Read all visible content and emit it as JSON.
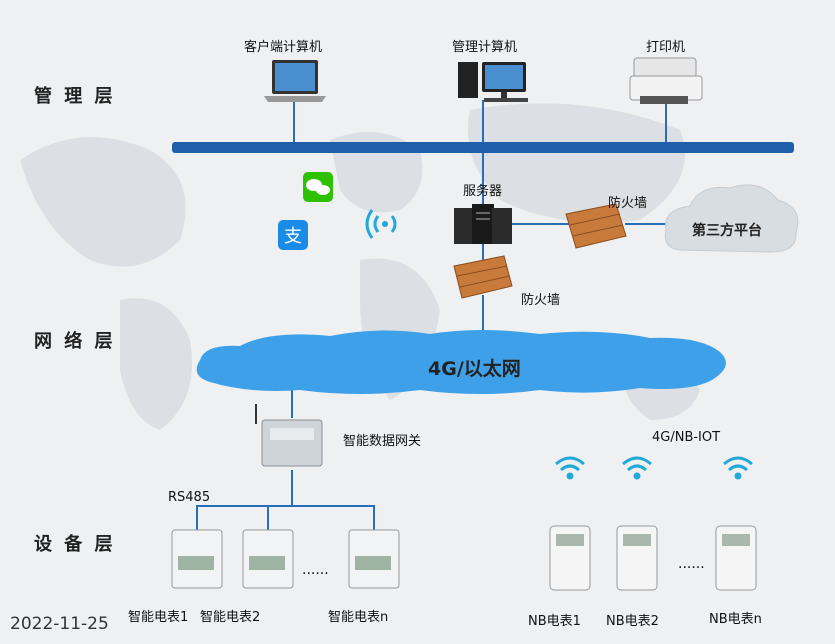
{
  "layers": {
    "management": "管 理 层",
    "network": "网 络 层",
    "device": "设 备 层"
  },
  "devices": {
    "client_pc": "客户端计算机",
    "mgmt_pc": "管理计算机",
    "printer": "打印机",
    "server": "服务器",
    "firewall_right": "防火墙",
    "firewall_lower": "防火墙",
    "third_party": "第三方平台",
    "network_cloud": "4G/以太网",
    "gateway": "智能数据网关",
    "rs485": "RS485",
    "nbiot": "4G/NB-IOT",
    "meter1": "智能电表1",
    "meter2": "智能电表2",
    "meter_n": "智能电表n",
    "nb_meter1": "NB电表1",
    "nb_meter2": "NB电表2",
    "nb_meter_n": "NB电表n",
    "ellipsis_left": "......",
    "ellipsis_right": "......"
  },
  "date": "2022-11-25",
  "colors": {
    "bus": "#1f5ea8",
    "line": "#2a6db8",
    "cloud": "#3ea0e8",
    "brick": "#c87a3a",
    "wifi": "#22a9d8"
  }
}
